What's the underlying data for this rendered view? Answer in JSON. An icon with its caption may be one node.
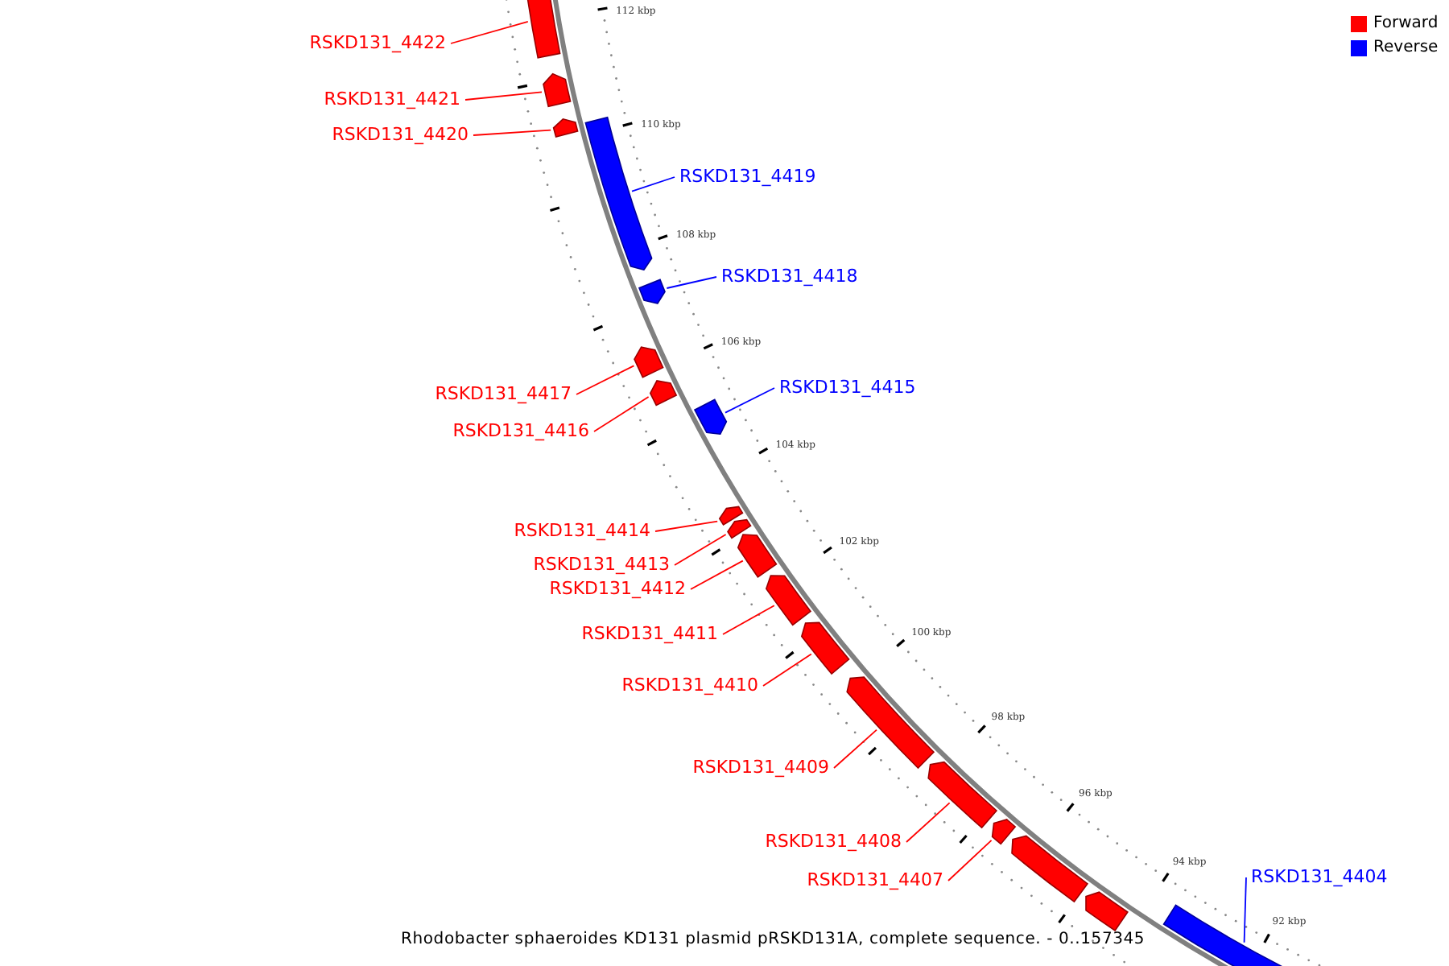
{
  "diagram": {
    "caption": "Rhodobacter sphaeroides KD131 plasmid pRSKD131A, complete sequence. - 0..157345",
    "nodes": [
      {
        "text": [
          "RSKD131_4422"
        ]
      },
      {
        "text": [],
        "shape": "bar"
      },
      {
        "text": [
          "RSKD131_4421"
        ]
      },
      {
        "text": [],
        "shape": "bar"
      },
      {
        "text": [
          "RSKD131_4420"
        ]
      },
      {
        "text": [],
        "shape": "bar"
      },
      {
        "text": [
          "RSKD131_4419"
        ]
      },
      {
        "text": [],
        "shape": "bar"
      },
      {
        "text": [
          "RSKD131_4418"
        ]
      },
      {
        "text": [],
        "shape": "bar"
      },
      {
        "text": [
          "RSKD131_4417"
        ]
      },
      {
        "text": [],
        "shape": "bar"
      },
      {
        "text": [
          "RSKD131_4416"
        ]
      },
      {
        "text": [],
        "shape": "bar"
      },
      {
        "text": [
          "RSKD131_4415"
        ]
      },
      {
        "text": [],
        "shape": "bar"
      },
      {
        "text": [
          "RSKD131_4414"
        ]
      },
      {
        "text": [],
        "shape": "bar"
      },
      {
        "text": [
          "RSKD131_4413"
        ]
      },
      {
        "text": [],
        "shape": "bar"
      },
      {
        "text": [
          "RSKD131_4412"
        ]
      },
      {
        "text": [],
        "shape": "bar"
      },
      {
        "text": [
          "RSKD131_4411"
        ]
      },
      {
        "text": [],
        "shape": "bar"
      },
      {
        "text": [
          "RSKD131_4410"
        ]
      },
      {
        "text": [],
        "shape": "bar"
      },
      {
        "text": [
          "RSKD131_4409"
        ]
      },
      {
        "text": [],
        "shape": "bar"
      },
      {
        "text": [
          "RSKD131_4408"
        ]
      },
      {
        "text": [],
        "shape": "bar"
      },
      {
        "text": [
          "RSKD131_4407"
        ]
      },
      {
        "text": [],
        "shape": "bar"
      },
      {
        "text": [
          "RSKD131_4404"
        ]
      },
      {
        "text": [],
        "shape": "bar"
      },
      {
        "text": [],
        "shape": "bar"
      },
      {
        "text": [],
        "shape": "bar"
      }
    ],
    "edges": [
      {
        "from": 0,
        "to": 1,
        "arrow": "none"
      },
      {
        "from": 2,
        "to": 3,
        "arrow": "none"
      },
      {
        "from": 4,
        "to": 5,
        "arrow": "none"
      },
      {
        "from": 6,
        "to": 7,
        "arrow": "none",
        "color": "#0000ff"
      },
      {
        "from": 8,
        "to": 9,
        "arrow": "none",
        "color": "#0000ff"
      },
      {
        "from": 10,
        "to": 11,
        "arrow": "none"
      },
      {
        "from": 12,
        "to": 13,
        "arrow": "none"
      },
      {
        "from": 14,
        "to": 15,
        "arrow": "none",
        "color": "#0000ff"
      },
      {
        "from": 16,
        "to": 17,
        "arrow": "none"
      },
      {
        "from": 18,
        "to": 19,
        "arrow": "none"
      },
      {
        "from": 20,
        "to": 21,
        "arrow": "none"
      },
      {
        "from": 22,
        "to": 23,
        "arrow": "none"
      },
      {
        "from": 24,
        "to": 25,
        "arrow": "none"
      },
      {
        "from": 26,
        "to": 27,
        "arrow": "none"
      },
      {
        "from": 28,
        "to": 29,
        "arrow": "none"
      },
      {
        "from": 30,
        "to": 31,
        "arrow": "none"
      },
      {
        "from": 32,
        "to": 33,
        "arrow": "none",
        "color": "#0000ff"
      }
    ],
    "labels": [
      "112 kbp",
      "110 kbp",
      "108 kbp",
      "106 kbp",
      "104 kbp",
      "102 kbp",
      "100 kbp",
      "98 kbp",
      "96 kbp",
      "94 kbp",
      "92 kbp"
    ],
    "legend": [
      {
        "text": "Forward",
        "color": "#ff0000"
      },
      {
        "text": "Reverse",
        "color": "#0000ff"
      }
    ]
  }
}
